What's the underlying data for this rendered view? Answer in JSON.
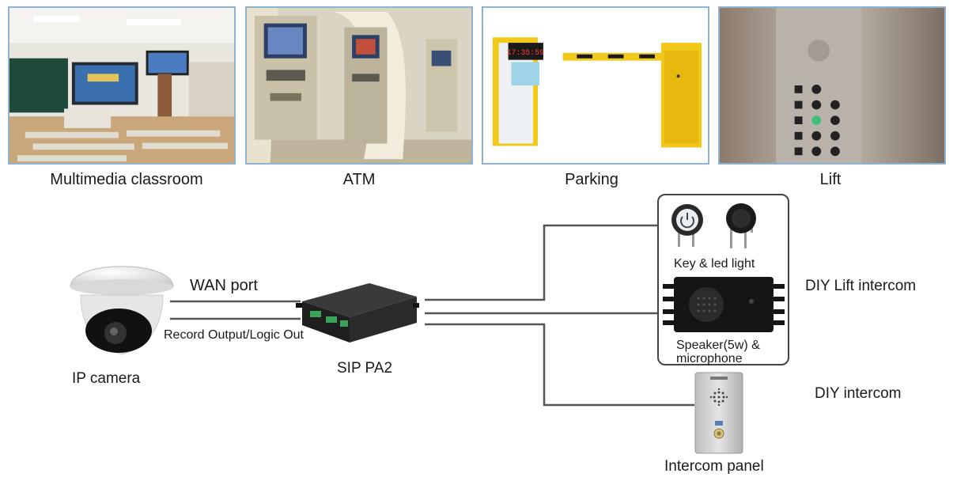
{
  "scenarios": [
    {
      "label": "Multimedia classroom"
    },
    {
      "label": "ATM"
    },
    {
      "label": "Parking"
    },
    {
      "label": "Lift"
    }
  ],
  "parking_display": "17:35:59",
  "diagram": {
    "camera_label": "IP camera",
    "wan_label": "WAN port",
    "record_label": "Record Output/Logic Out",
    "device_label": "SIP PA2",
    "key_label": "Key & led light",
    "speaker_label_line1": "Speaker(5w) &",
    "speaker_label_line2": "microphone",
    "lift_intercom_label": "DIY Lift intercom",
    "diy_intercom_label": "DIY  intercom",
    "panel_label": "Intercom panel"
  },
  "colors": {
    "photo_border": "#8fb3cf",
    "wire": "#555555",
    "device_body": "#2a2a2a",
    "terminal_green": "#3aa55a"
  }
}
